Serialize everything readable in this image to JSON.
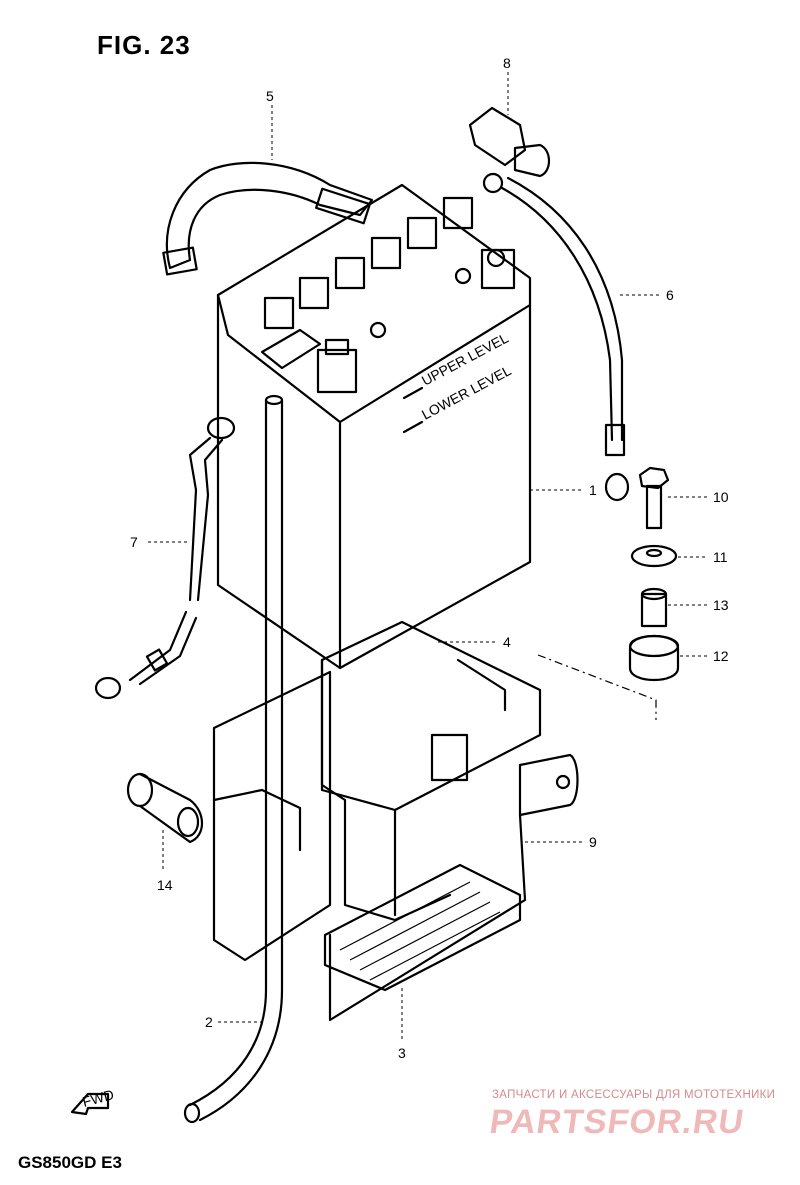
{
  "figure": {
    "title": "FIG. 23",
    "model_code": "GS850GD  E3"
  },
  "battery_markings": {
    "upper_level": "UPPER LEVEL",
    "lower_level": "LOWER LEVEL"
  },
  "fwd_arrow_text": "FWD",
  "callouts": [
    "1",
    "2",
    "3",
    "4",
    "5",
    "6",
    "7",
    "8",
    "9",
    "10",
    "11",
    "12",
    "13",
    "14"
  ],
  "watermark": {
    "caption": "ЗАПЧАСТИ И АКСЕССУАРЫ ДЛЯ МОТОТЕХНИКИ",
    "logo": "PARTSFOR.RU"
  }
}
